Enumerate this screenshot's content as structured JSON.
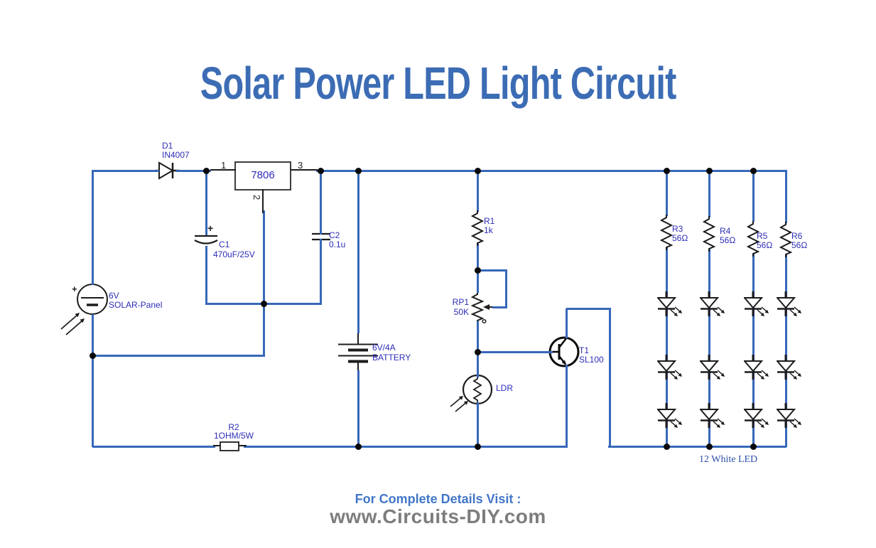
{
  "title": "Solar Power LED Light Circuit",
  "colors": {
    "wire_blue": "#3768b9",
    "component_black": "#1c1c1c",
    "label_blue": "#2d2db8",
    "title_blue": "#3c6cb4",
    "footer_heading_blue": "#4176c8",
    "footer_site_gray": "#7d7d7d"
  },
  "components": {
    "d1": {
      "ref": "D1",
      "value": "IN4007"
    },
    "reg": {
      "part": "7806",
      "pin_in": "1",
      "pin_gnd": "2",
      "pin_out": "3"
    },
    "c1": {
      "ref": "C1",
      "value": "470uF/25V",
      "plus": "+"
    },
    "c2": {
      "ref": "C2",
      "value": "0.1u"
    },
    "solar": {
      "voltage": "6V",
      "name": "SOLAR-Panel",
      "plus": "+"
    },
    "battery": {
      "voltage": "6V/4A",
      "name": "BATTERY"
    },
    "r1": {
      "ref": "R1",
      "value": "1k"
    },
    "rp1": {
      "ref": "RP1",
      "value": "50K"
    },
    "t1": {
      "ref": "T1",
      "value": "SL100"
    },
    "ldr": {
      "ref": "LDR"
    },
    "r2": {
      "ref": "R2",
      "value": "1OHM/5W"
    },
    "r3": {
      "ref": "R3",
      "value": "56Ω"
    },
    "r4": {
      "ref": "R4",
      "value": "56Ω"
    },
    "r5": {
      "ref": "R5",
      "value": "56Ω"
    },
    "r6": {
      "ref": "R6",
      "value": "56Ω"
    },
    "led_array": {
      "caption": "12 White LED"
    }
  },
  "footer": {
    "heading": "For Complete Details Visit :",
    "website": "www.Circuits-DIY.com"
  }
}
